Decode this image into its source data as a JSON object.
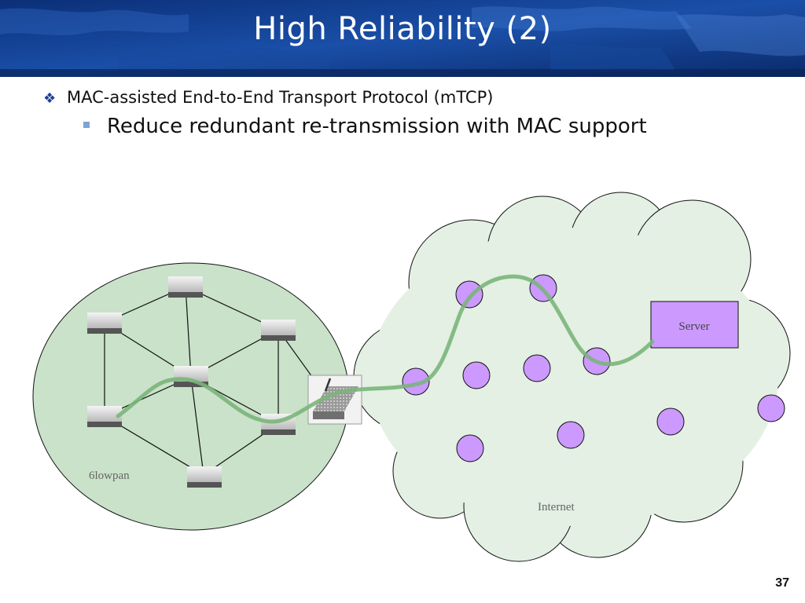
{
  "slide": {
    "title": "High Reliability (2)",
    "page_number": "37"
  },
  "bullets": {
    "level1": "MAC-assisted End-to-End Transport Protocol (mTCP)",
    "level2": "Reduce redundant re-transmission with MAC support"
  },
  "diagram": {
    "lowpan_label": "6lowpan",
    "internet_label": "Internet",
    "server_label": "Server"
  },
  "colors": {
    "banner": "#0e3a86",
    "lowpan_fill": "#c9e2c9",
    "cloud_fill": "#e3f0e3",
    "node_fill": "#cc99ff",
    "path": "#7ab57a",
    "bullet_accent": "#1f3f99"
  },
  "icons": {
    "bullet1": "diamond-bullet-icon",
    "bullet2": "square-bullet-icon",
    "sensor_node": "sensor-node-icon",
    "gateway": "gateway-router-icon"
  }
}
